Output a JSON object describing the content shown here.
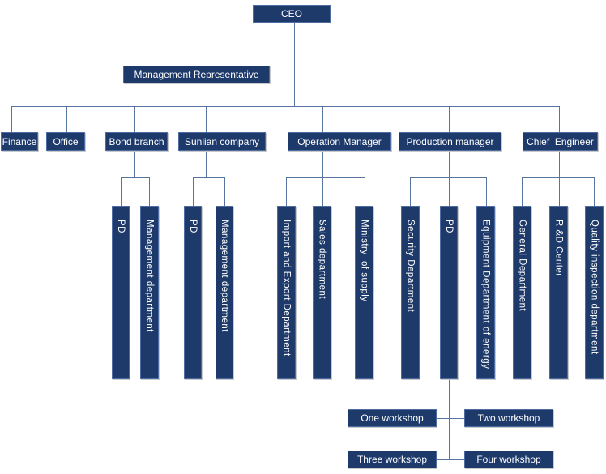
{
  "org": {
    "root": {
      "label": "CEO"
    },
    "staff": {
      "label": "Management Representative"
    },
    "branches": [
      {
        "label": "Finance",
        "children": []
      },
      {
        "label": "Office",
        "children": []
      },
      {
        "label": "Bond branch",
        "children": [
          {
            "label": "PD"
          },
          {
            "label": "Management department"
          }
        ]
      },
      {
        "label": "Sunlian company",
        "children": [
          {
            "label": "PD"
          },
          {
            "label": "Management department"
          }
        ]
      },
      {
        "label": "Operation Manager",
        "children": [
          {
            "label": "Import and Export Department"
          },
          {
            "label": "Sales department"
          },
          {
            "label": "Ministry  of supply"
          }
        ]
      },
      {
        "label": "Production manager",
        "children": [
          {
            "label": "Security Department"
          },
          {
            "label": "PD"
          },
          {
            "label": "Equipment Department of energy"
          }
        ]
      },
      {
        "label": "Chief  Engineer",
        "children": [
          {
            "label": "General Department"
          },
          {
            "label": "R &D Center"
          },
          {
            "label": "Quality inspection department"
          }
        ]
      }
    ],
    "workshops": [
      {
        "label": "One workshop"
      },
      {
        "label": "Two workshop"
      },
      {
        "label": "Three workshop"
      },
      {
        "label": "Four workshop"
      }
    ]
  },
  "colors": {
    "box_fill": "#1e3a6b",
    "box_border": "#4e6da3",
    "line": "#56749f",
    "text": "#ffffff",
    "background": "#ffffff"
  }
}
